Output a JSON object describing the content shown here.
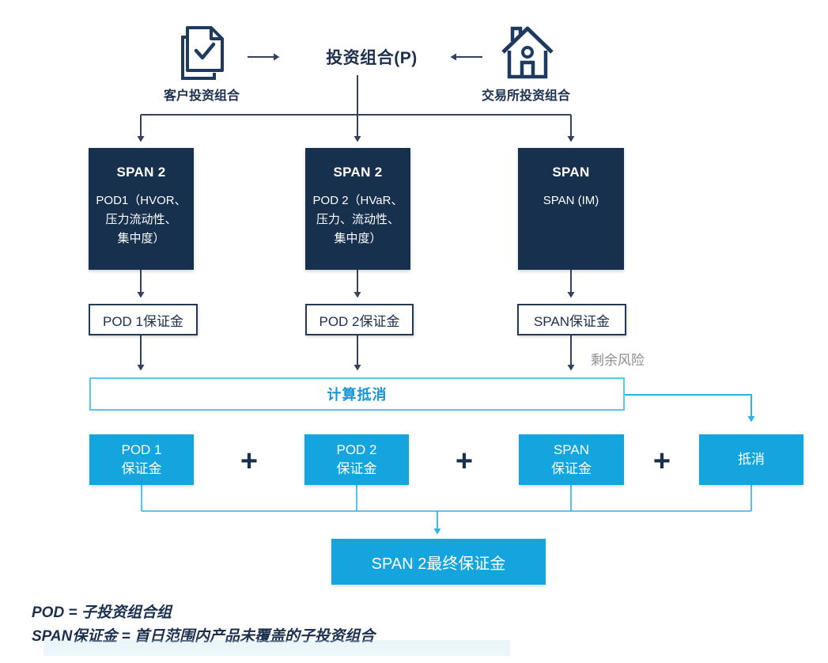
{
  "header": {
    "portfolio_title": "投资组合(P)",
    "left_source": {
      "icon": "document-check-icon",
      "label": "客户投资组合"
    },
    "right_source": {
      "icon": "house-icon",
      "label": "交易所投资组合"
    }
  },
  "model_boxes": [
    {
      "title": "SPAN 2",
      "lines": [
        "POD1（HVOR、",
        "压力流动性、",
        "集中度）"
      ]
    },
    {
      "title": "SPAN 2",
      "lines": [
        "POD 2（HVaR、",
        "压力、流动性、",
        "集中度）"
      ]
    },
    {
      "title": "SPAN",
      "lines": [
        "SPAN (IM)"
      ]
    }
  ],
  "margin_boxes": [
    "POD 1保证金",
    "POD 2保证金",
    "SPAN保证金"
  ],
  "residual_risk_label": "剩余风险",
  "offset_calc_label": "计算抵消",
  "sum_row": {
    "plus": "+",
    "boxes": [
      {
        "line1": "POD 1",
        "line2": "保证金"
      },
      {
        "line1": "POD 2",
        "line2": "保证金"
      },
      {
        "line1": "SPAN",
        "line2": "保证金"
      },
      {
        "line1": "抵消",
        "line2": ""
      }
    ]
  },
  "final_box_label": "SPAN 2最终保证金",
  "footnotes": {
    "line1": "POD = 子投资组合组",
    "line2": "SPAN保证金 = 首日范围内产品未覆盖的子投资组合"
  },
  "colors": {
    "navy": "#16304e",
    "navy_line": "#31435f",
    "cyan": "#14a5de",
    "cyan_line": "#2ab4e8",
    "cyan_border": "#5cc7ef",
    "cyan_text": "#1798d5",
    "gray_text": "#8d8d8d"
  }
}
